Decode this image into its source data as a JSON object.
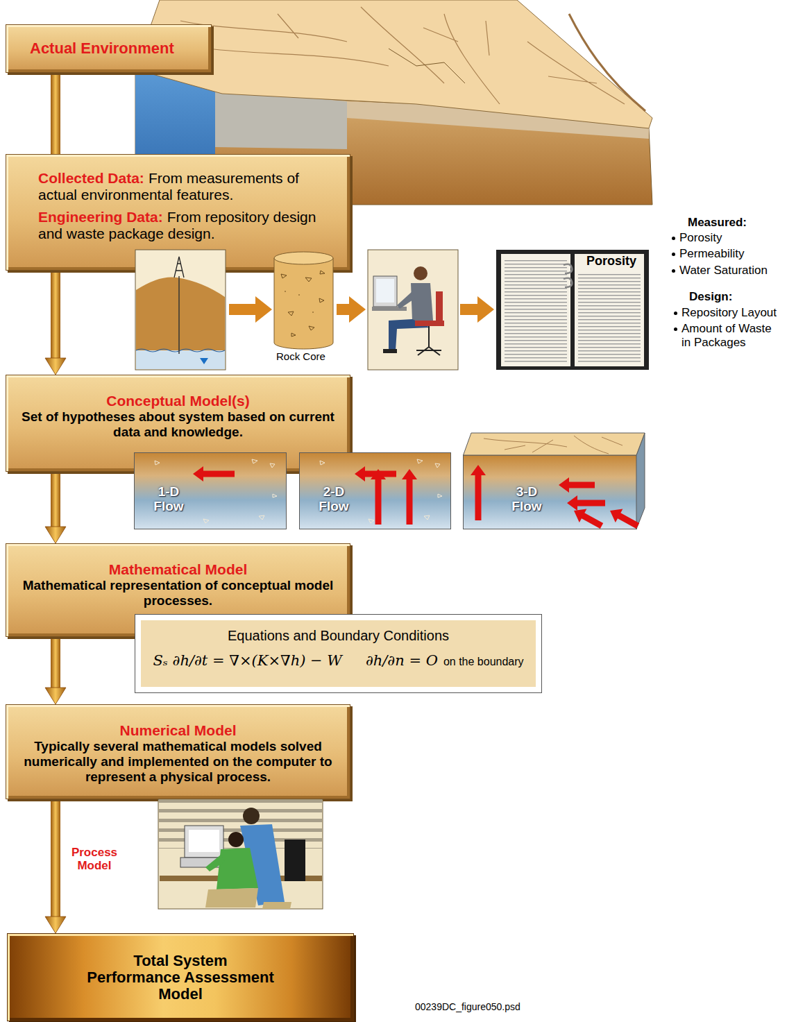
{
  "diagram": {
    "nodes": [
      {
        "text": [
          "Actual Environment"
        ]
      },
      {
        "text": [
          "Collected Data:",
          "From measurements of actual environmental features.",
          "Engineering Data:",
          "From repository design and waste package design."
        ]
      },
      {
        "text": [
          "Conceptual Model(s)",
          "Set of hypotheses about system based on current data and knowledge."
        ]
      },
      {
        "text": [
          "1-D Flow"
        ]
      },
      {
        "text": [
          "2-D Flow"
        ]
      },
      {
        "text": [
          "3-D Flow"
        ]
      },
      {
        "text": [
          "Mathematical Model",
          "Mathematical representation of conceptual model processes."
        ]
      },
      {
        "text": [
          "Equations and Boundary Conditions",
          "Sₛ ∂h/∂t = ∇×(K×∇h) − W",
          "∂h/∂n = O",
          "on the boundary"
        ]
      },
      {
        "text": [
          "Numerical Model",
          "Typically several mathematical models solved numerically and implemented on the computer to represent a physical process."
        ]
      },
      {
        "text": [
          "Total System Performance Assessment Model"
        ]
      }
    ],
    "edges": [
      {
        "from": 0,
        "to": 1,
        "arrow": "none"
      },
      {
        "from": 1,
        "to": 2,
        "arrow": "to"
      },
      {
        "from": 2,
        "to": 6,
        "arrow": "to"
      },
      {
        "from": 6,
        "to": 8,
        "arrow": "to"
      },
      {
        "from": 8,
        "to": 9,
        "label": "Process Model",
        "arrow": "to"
      }
    ],
    "labels": [
      "Measured:",
      "Porosity",
      "Permeability",
      "Water Saturation",
      "Design:",
      "Repository Layout",
      "Amount of Waste in Packages",
      "Rock Core",
      "Porosity",
      "00239DC_figure050.psd"
    ]
  }
}
